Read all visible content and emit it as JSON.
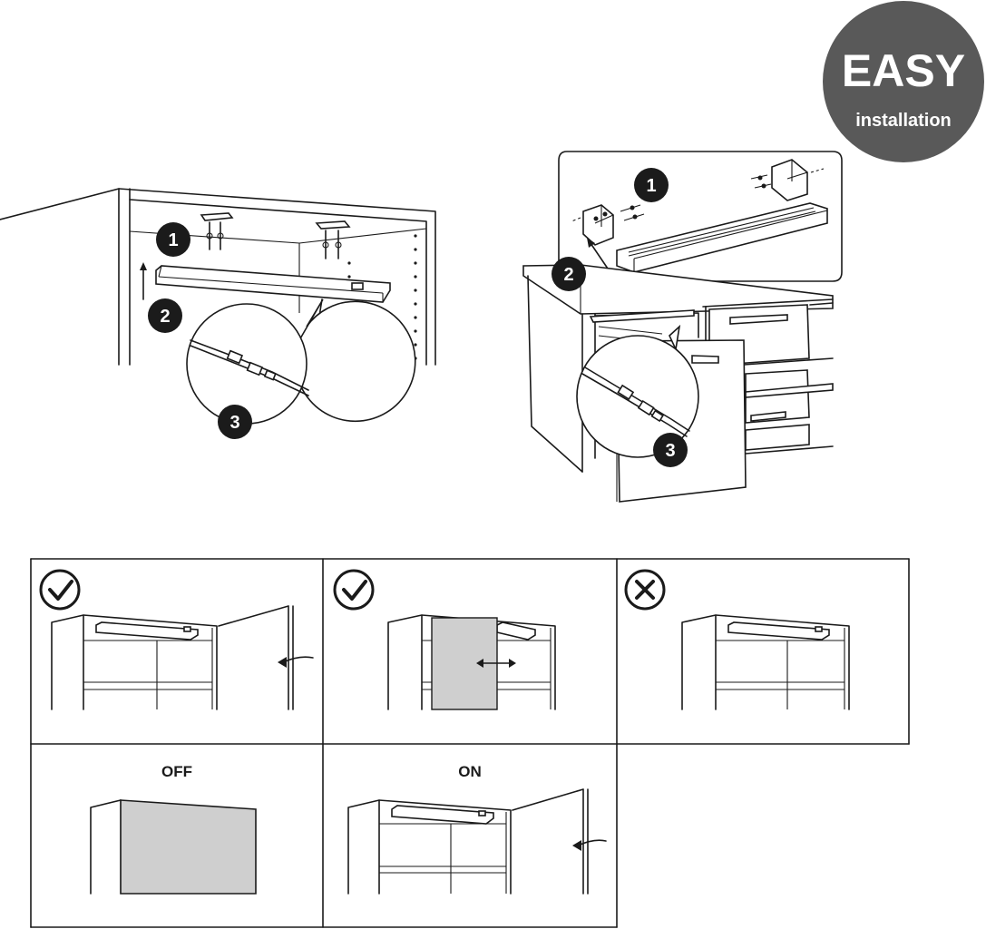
{
  "badge": {
    "big": "EASY",
    "small": "installation"
  },
  "steps": {
    "one": "1",
    "two": "2",
    "three": "3"
  },
  "panels": {
    "off_label": "OFF",
    "on_label": "ON"
  },
  "colors": {
    "badge_bg": "#595959",
    "number_bg": "#1b1b1b",
    "door_fill": "#cfcfcf",
    "line": "#1a1a1a"
  },
  "icons": {
    "ok": "check-circle-icon",
    "not_ok": "x-circle-icon"
  }
}
